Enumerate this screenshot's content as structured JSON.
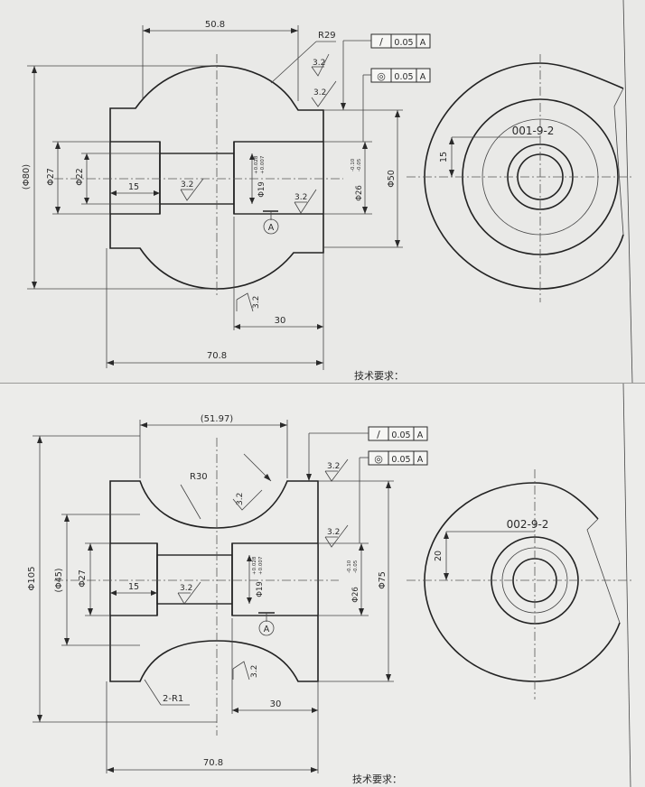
{
  "drawing1": {
    "dims": {
      "top_length": "50.8",
      "radius": "R29",
      "dia_outer": "(Φ80)",
      "dia_27": "Φ27",
      "dia_22": "Φ22",
      "len_15": "15",
      "bore_19": "Φ19",
      "bore_19_tol_upper": "+0.028",
      "bore_19_tol_lower": "+0.007",
      "bore_26": "Φ26",
      "bore_26_tol_upper": "-0.10",
      "bore_26_tol_lower": "-0.05",
      "dia_50": "Φ50",
      "len_30": "30",
      "total_length": "70.8",
      "side_15": "15"
    },
    "roughness": [
      "3.2",
      "3.2",
      "3.2",
      "3.2",
      "3.2"
    ],
    "datum": "A",
    "gdt_runout": {
      "symbol": "/",
      "value": "0.05",
      "datum": "A"
    },
    "gdt_concentricity": {
      "symbol": "◎",
      "value": "0.05",
      "datum": "A"
    },
    "part_no": "001-9-2",
    "tech_req": "技术要求："
  },
  "drawing2": {
    "dims": {
      "top_length": "(51.97)",
      "radius": "R30",
      "dia_outer": "Φ105",
      "dia_45": "(Φ45)",
      "dia_27": "Φ27",
      "len_15": "15",
      "bore_19": "Φ19",
      "bore_19_tol_upper": "+0.028",
      "bore_19_tol_lower": "+0.007",
      "bore_26": "Φ26",
      "bore_26_tol_upper": "-0.10",
      "bore_26_tol_lower": "-0.05",
      "dia_75": "Φ75",
      "len_30": "30",
      "total_length": "70.8",
      "fillet": "2-R1",
      "side_20": "20"
    },
    "roughness": [
      "3.2",
      "3.2",
      "3.2",
      "3.2",
      "3.2"
    ],
    "datum": "A",
    "gdt_runout": {
      "symbol": "/",
      "value": "0.05",
      "datum": "A"
    },
    "gdt_concentricity": {
      "symbol": "◎",
      "value": "0.05",
      "datum": "A"
    },
    "part_no": "002-9-2",
    "tech_req": "技术要求："
  },
  "colors": {
    "paper": "#ececea",
    "ink": "#2a2a2a"
  }
}
